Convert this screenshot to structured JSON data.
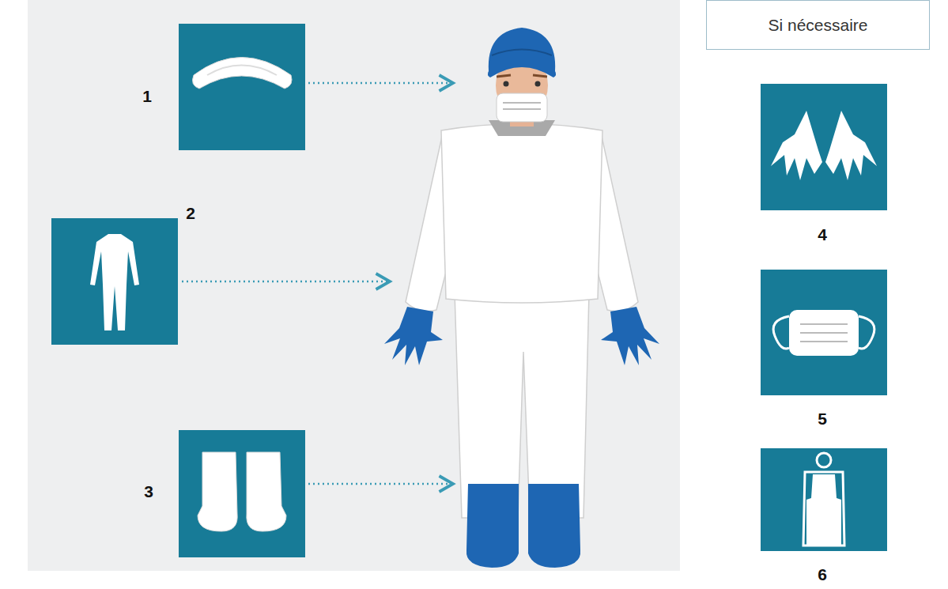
{
  "diagram": {
    "nodes": [
      {
        "text": [
          "Si nécessaire"
        ]
      }
    ],
    "labels": [
      "1",
      "2",
      "3",
      "4",
      "5",
      "6"
    ]
  }
}
